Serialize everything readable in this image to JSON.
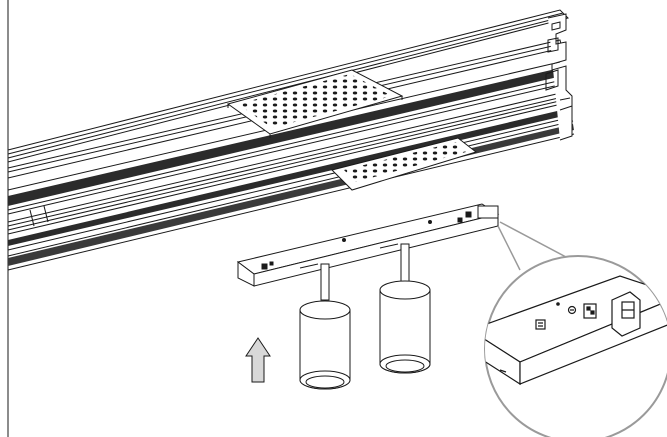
{
  "figure": {
    "kind": "line-art installation illustration",
    "parts": [
      {
        "name": "magnetic-track-rail",
        "icon": "track-rail"
      },
      {
        "name": "perforated-cover-plate-top",
        "icon": "perforated-plate"
      },
      {
        "name": "perforated-cover-plate-bottom",
        "icon": "perforated-plate"
      },
      {
        "name": "track-adapter-bar",
        "icon": "adapter-bar"
      },
      {
        "name": "cylinder-spotlight-left",
        "icon": "spotlight"
      },
      {
        "name": "cylinder-spotlight-right",
        "icon": "spotlight"
      },
      {
        "name": "insert-direction-arrow",
        "icon": "up-arrow"
      },
      {
        "name": "connector-detail-magnifier",
        "icon": "magnifier-circle"
      }
    ],
    "colors": {
      "line": "#1a1a1a",
      "rail_dark": "#2b2b2b",
      "arrow_fill": "#d8d8d8",
      "magnifier_stroke": "#9a9a9a",
      "background": "#ffffff"
    }
  }
}
